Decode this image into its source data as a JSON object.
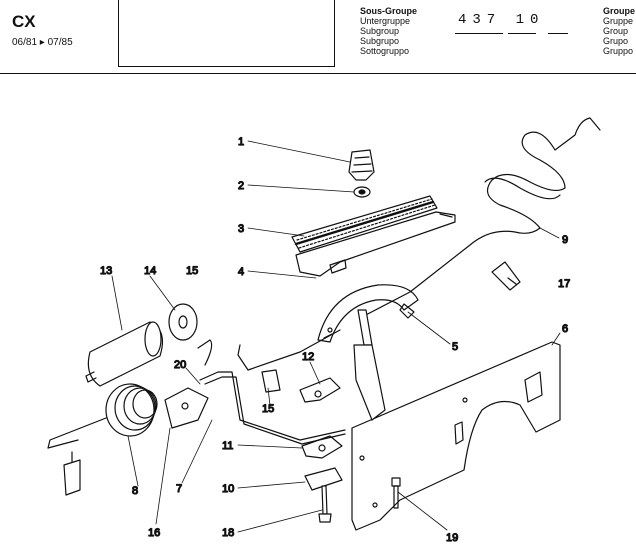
{
  "header": {
    "model": "CX",
    "dates": "06/81 ▸ 07/85",
    "subgroup_titles": [
      "Sous-Groupe",
      "Untergruppe",
      "Subgroup",
      "Subgrupo",
      "Sottogruppo"
    ],
    "subgroup_code": "437 10",
    "group_titles": [
      "Groupe",
      "Gruppe",
      "Group",
      "Grupo",
      "Gruppo"
    ]
  },
  "callouts": [
    {
      "id": "1",
      "label": "1"
    },
    {
      "id": "2",
      "label": "2"
    },
    {
      "id": "3",
      "label": "3"
    },
    {
      "id": "4",
      "label": "4"
    },
    {
      "id": "5",
      "label": "5"
    },
    {
      "id": "6",
      "label": "6"
    },
    {
      "id": "7",
      "label": "7"
    },
    {
      "id": "8",
      "label": "8"
    },
    {
      "id": "9",
      "label": "9"
    },
    {
      "id": "10",
      "label": "10"
    },
    {
      "id": "11",
      "label": "11"
    },
    {
      "id": "12",
      "label": "12"
    },
    {
      "id": "13",
      "label": "13"
    },
    {
      "id": "14",
      "label": "14"
    },
    {
      "id": "15a",
      "label": "15"
    },
    {
      "id": "15b",
      "label": "15"
    },
    {
      "id": "16",
      "label": "16"
    },
    {
      "id": "17",
      "label": "17"
    },
    {
      "id": "18",
      "label": "18"
    },
    {
      "id": "19",
      "label": "19"
    },
    {
      "id": "20",
      "label": "20"
    }
  ]
}
